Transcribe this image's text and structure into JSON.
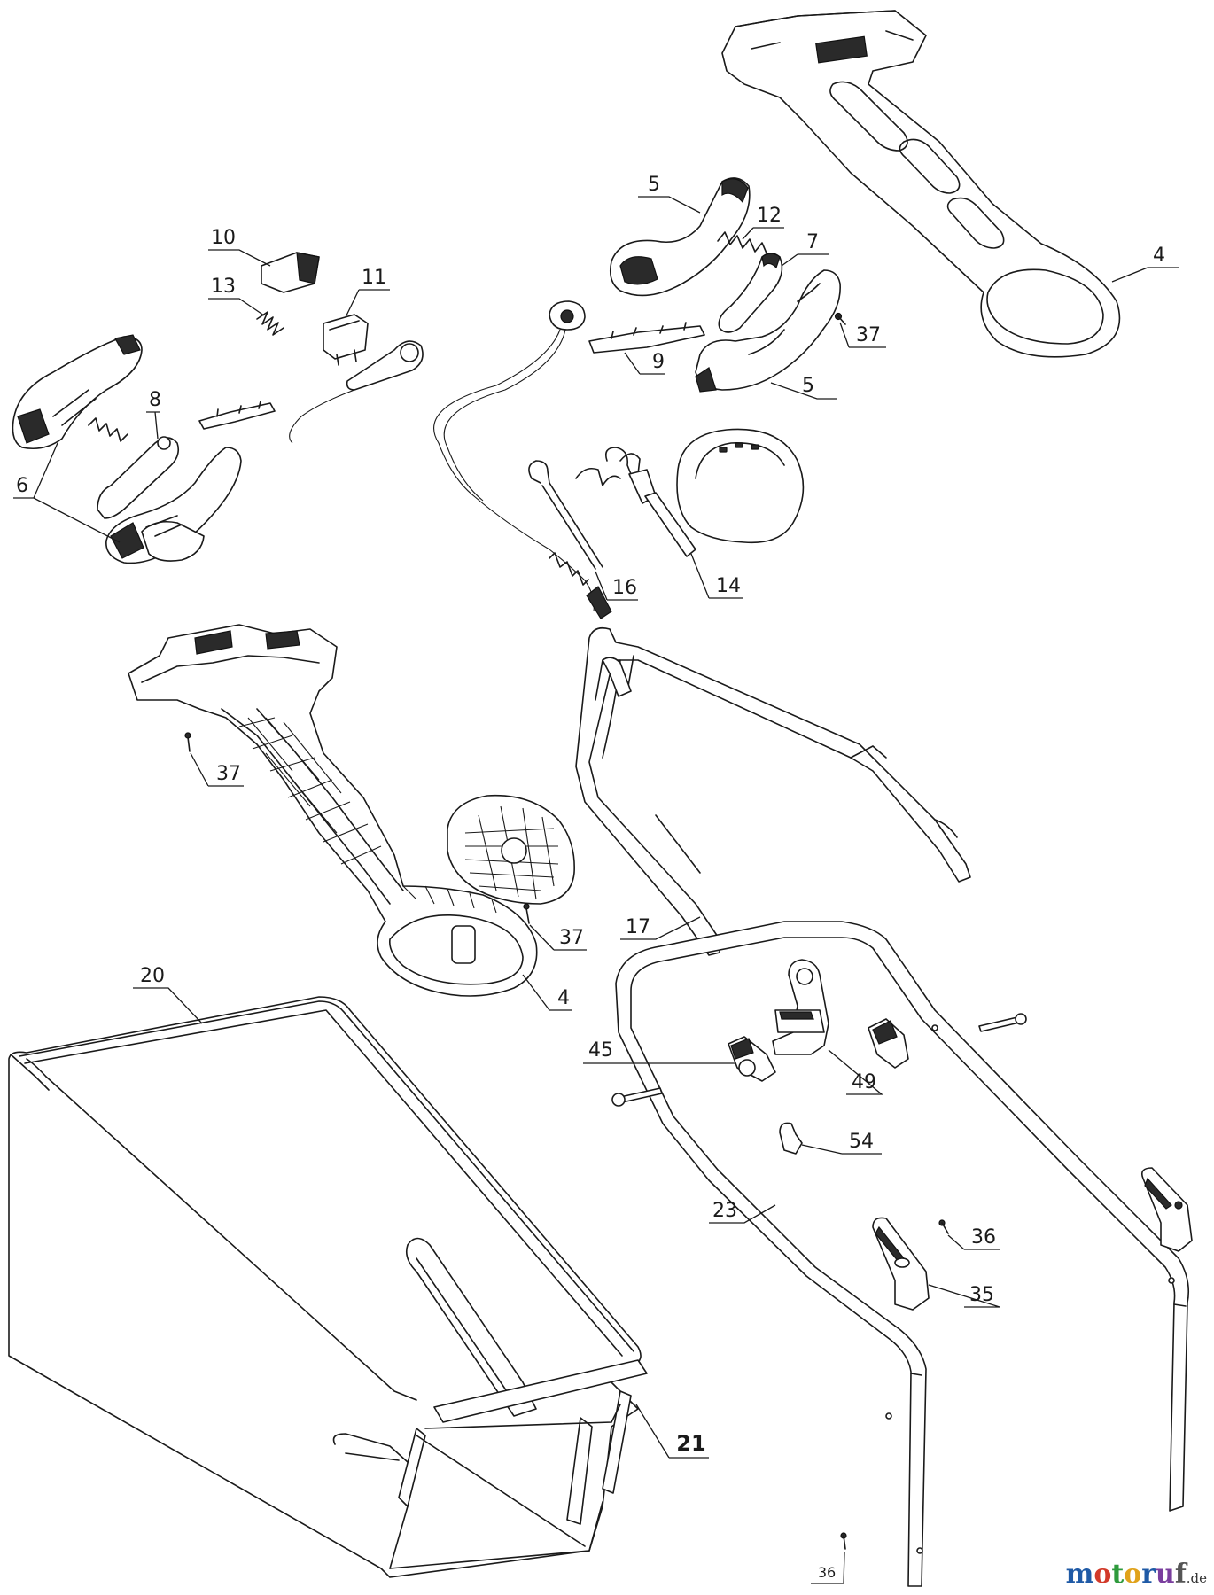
{
  "labels": {
    "p4a": "4",
    "p4b": "4",
    "p5a": "5",
    "p5b": "5",
    "p6": "6",
    "p7": "7",
    "p8": "8",
    "p9": "9",
    "p10": "10",
    "p11": "11",
    "p12": "12",
    "p13": "13",
    "p14": "14",
    "p16": "16",
    "p17": "17",
    "p20": "20",
    "p21": "21",
    "p23": "23",
    "p35": "35",
    "p36a": "36",
    "p36b": "36",
    "p37a": "37",
    "p37b": "37",
    "p37c": "37",
    "p45": "45",
    "p49": "49",
    "p54": "54"
  },
  "watermark": {
    "text": "motoruf",
    "tld": ".de"
  },
  "icons": [
    "handle-upper-housing",
    "handle-lower-housing",
    "grass-bag",
    "handle-tube"
  ]
}
